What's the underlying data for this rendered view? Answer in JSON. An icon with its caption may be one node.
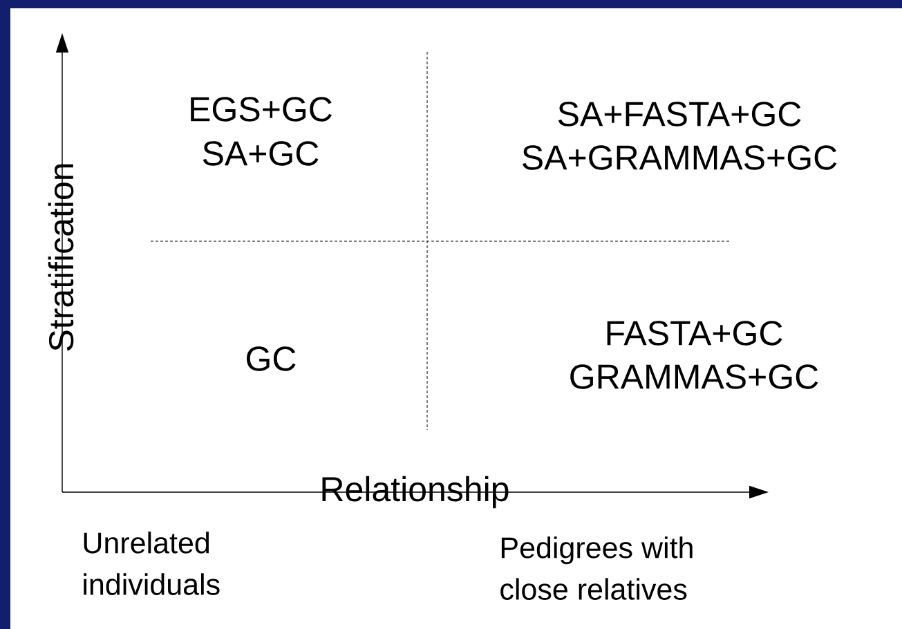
{
  "diagram": {
    "labels": [
      "EGS+GC",
      "SA+GC",
      "SA+FASTA+GC",
      "SA+GRAMMAS+GC",
      "GC",
      "FASTA+GC",
      "GRAMMAS+GC",
      "Stratification",
      "Relationship",
      "Unrelated individuals",
      "Pedigrees with close relatives"
    ]
  }
}
